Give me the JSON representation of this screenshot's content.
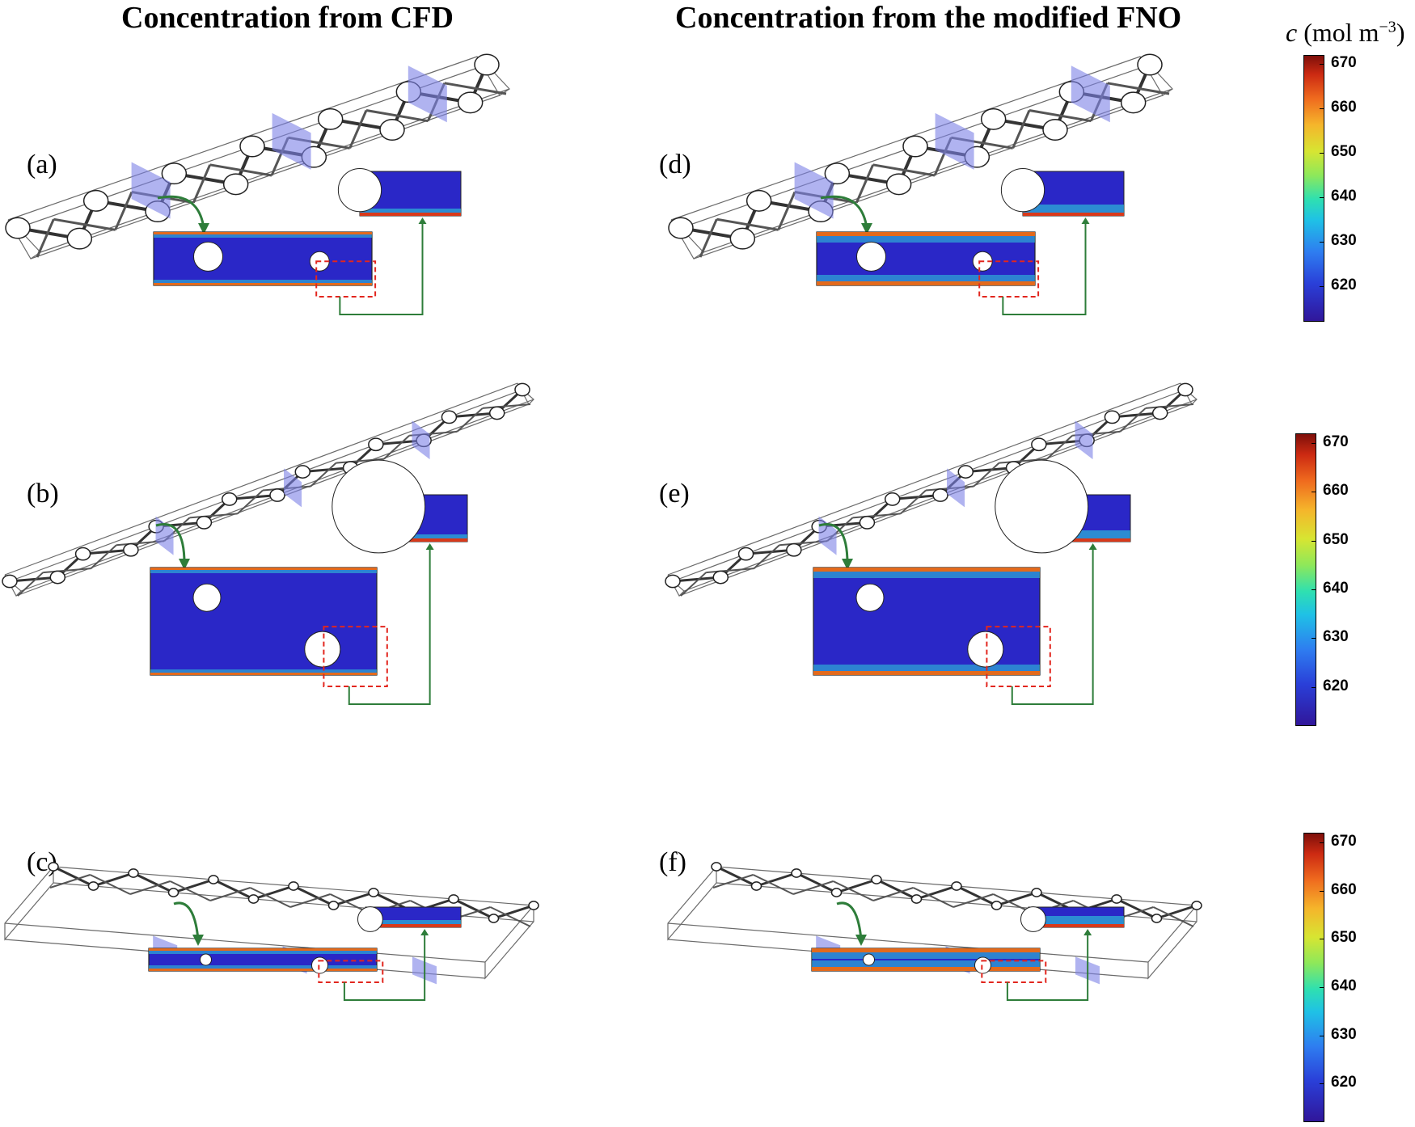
{
  "columns": {
    "left_title": "Concentration from CFD",
    "right_title": "Concentration from the modified FNO"
  },
  "panels": [
    {
      "label": "(a)",
      "variant": "a",
      "field": "cfd"
    },
    {
      "label": "(b)",
      "variant": "b",
      "field": "cfd"
    },
    {
      "label": "(c)",
      "variant": "c",
      "field": "cfd"
    },
    {
      "label": "(d)",
      "variant": "a",
      "field": "fno"
    },
    {
      "label": "(e)",
      "variant": "b",
      "field": "fno"
    },
    {
      "label": "(f)",
      "variant": "c",
      "field": "fno"
    }
  ],
  "colorbar": {
    "title_var": "c",
    "title_unit": "(mol m",
    "title_exp": "−3",
    "title_close": ")",
    "ticks": [
      "670",
      "660",
      "650",
      "640",
      "630",
      "620"
    ],
    "tick_values": [
      670,
      660,
      650,
      640,
      630,
      620
    ],
    "range": [
      612,
      672
    ]
  },
  "colors": {
    "field_blue": "#2a27c7",
    "plane": "#7c80e6",
    "arrow": "#2e7d3a",
    "zoom_box": "#e2261e"
  }
}
